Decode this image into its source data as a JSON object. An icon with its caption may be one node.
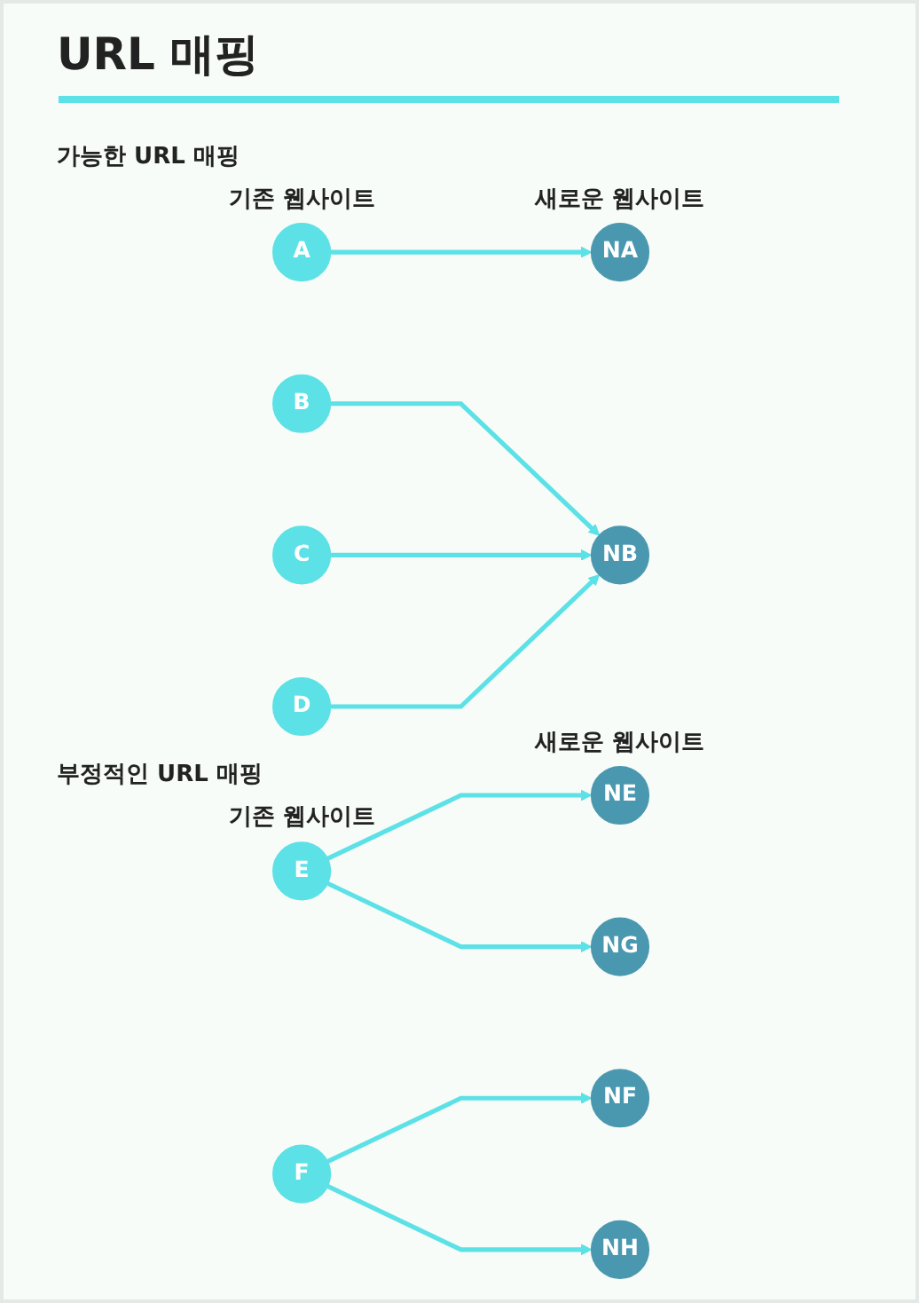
{
  "diagram": {
    "title": "URL 매핑",
    "nodes": [
      {
        "text": [
          "A"
        ]
      },
      {
        "text": [
          "NA"
        ]
      },
      {
        "text": [
          "B"
        ]
      },
      {
        "text": [
          "NB"
        ]
      },
      {
        "text": [
          "C"
        ]
      },
      {
        "text": [
          "D"
        ]
      },
      {
        "text": [
          "E"
        ]
      },
      {
        "text": [
          "NE"
        ]
      },
      {
        "text": [
          "NG"
        ]
      },
      {
        "text": [
          "F"
        ]
      },
      {
        "text": [
          "NF"
        ]
      },
      {
        "text": [
          "NH"
        ]
      }
    ],
    "edges": [
      {
        "from": 0,
        "to": 1,
        "arrow": "to"
      },
      {
        "from": 2,
        "to": 3,
        "arrow": "to"
      },
      {
        "from": 4,
        "to": 3,
        "arrow": "to"
      },
      {
        "from": 5,
        "to": 3,
        "arrow": "to"
      },
      {
        "from": 6,
        "to": 7,
        "arrow": "to"
      },
      {
        "from": 6,
        "to": 8,
        "arrow": "to"
      },
      {
        "from": 9,
        "to": 10,
        "arrow": "to"
      },
      {
        "from": 9,
        "to": 11,
        "arrow": "to"
      }
    ],
    "labels": [
      "가능한 URL 매핑",
      "기존 웹사이트",
      "새로운 웹사이트",
      "부정적인 URL 매핑",
      "기존 웹사이트",
      "새로운 웹사이트"
    ]
  }
}
